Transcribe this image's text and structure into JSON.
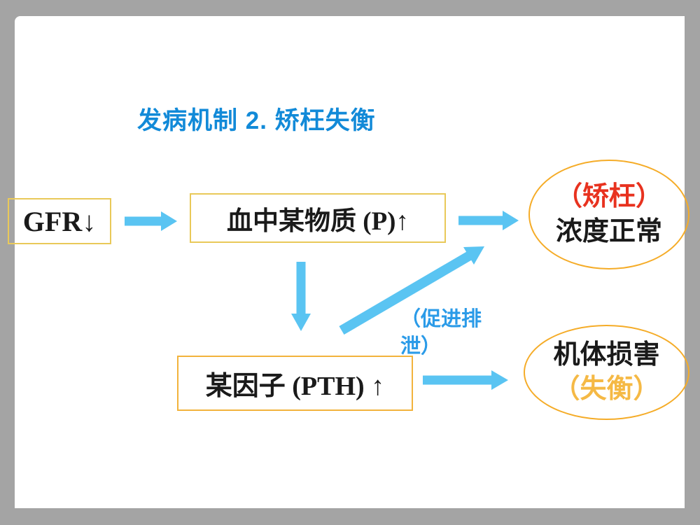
{
  "slide": {
    "title": "发病机制 2. 矫枉失衡",
    "nodes": {
      "gfr": {
        "label": "GFR↓"
      },
      "blood": {
        "label": "血中某物质 (P)↑"
      },
      "pth": {
        "label": "某因子 (PTH) ↑"
      },
      "normal": {
        "line1": "（矫枉）",
        "line2": "浓度正常"
      },
      "damage": {
        "line1": "机体损害",
        "line2": "（失衡）"
      }
    },
    "labels": {
      "excretion": "（促进排\n泄）"
    },
    "arrows": [
      {
        "name": "gfr-to-blood",
        "from": "gfr",
        "to": "blood"
      },
      {
        "name": "blood-to-normal",
        "from": "blood",
        "to": "normal"
      },
      {
        "name": "blood-to-pth",
        "from": "blood",
        "to": "pth"
      },
      {
        "name": "pth-to-normal",
        "from": "pth",
        "to": "normal"
      },
      {
        "name": "pth-to-damage",
        "from": "pth",
        "to": "damage"
      }
    ],
    "colors": {
      "background": "#a4a4a4",
      "slide": "#ffffff",
      "title": "#128ad8",
      "arrow": "#5ac4f2",
      "box_border": "#e9c959",
      "pth_border": "#f2b33c",
      "ellipse_border": "#f5ac28",
      "red_text": "#e8321f",
      "amber_text": "#f5b945",
      "excretion_text": "#2b9be8"
    }
  }
}
